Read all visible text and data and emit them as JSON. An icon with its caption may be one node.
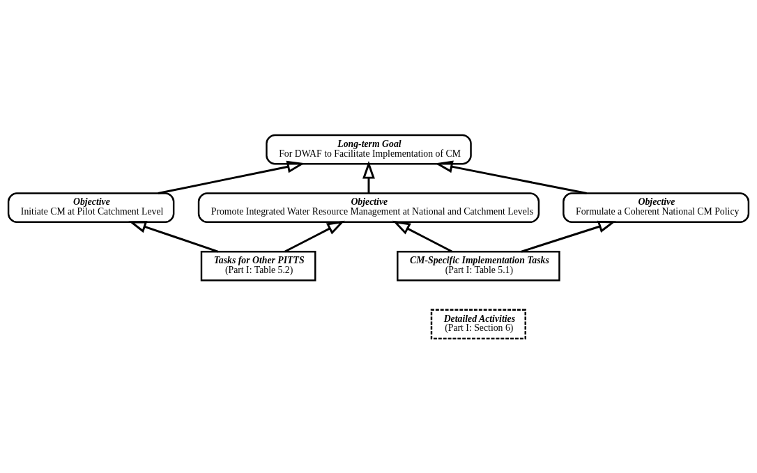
{
  "diagram": {
    "nodes": [
      {
        "text": [
          "Long-term Goal",
          "For DWAF to Facilitate Implementation of CM"
        ]
      },
      {
        "text": [
          "Objective",
          "Formulate a Coherent National CM Policy"
        ]
      },
      {
        "text": [
          "Objective",
          "Initiate CM at Pilot Catchment Level"
        ]
      },
      {
        "text": [
          "Objective",
          "Promote Integrated Water Resource Management at National and Catchment Levels"
        ]
      },
      {
        "text": [
          "CM-Specific Implementation Tasks",
          "(Part I: Table 5.1)"
        ]
      },
      {
        "text": [
          "Tasks for Other PITTS",
          "(Part I: Table 5.2)"
        ]
      },
      {
        "text": [
          "Detailed Activities",
          "(Part I: Section 6)"
        ]
      }
    ],
    "edges": [
      {
        "from": 1,
        "to": 0,
        "arrow": "to"
      },
      {
        "from": 2,
        "to": 0,
        "arrow": "to"
      },
      {
        "from": 3,
        "to": 0,
        "arrow": "to"
      },
      {
        "from": 4,
        "to": 1,
        "arrow": "to"
      },
      {
        "from": 4,
        "to": 3,
        "arrow": "to"
      },
      {
        "from": 5,
        "to": 3,
        "arrow": "to"
      },
      {
        "from": 5,
        "to": 2,
        "arrow": "to"
      }
    ]
  }
}
